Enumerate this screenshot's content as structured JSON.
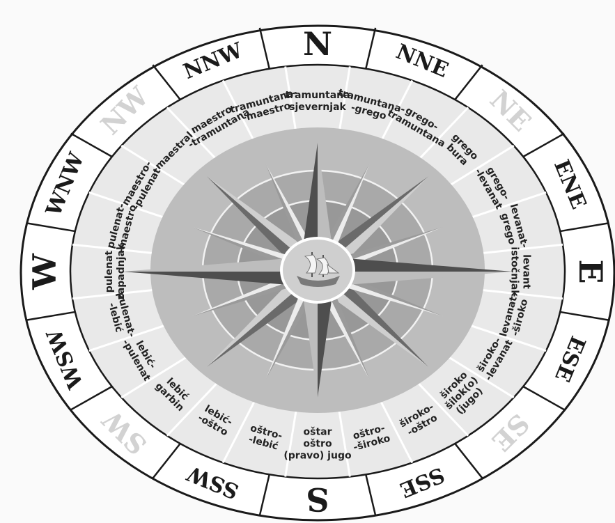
{
  "directions": [
    {
      "id": "N",
      "label": "N"
    },
    {
      "id": "NNE",
      "label": "NNE"
    },
    {
      "id": "NE",
      "label": "NE"
    },
    {
      "id": "ENE",
      "label": "ENE"
    },
    {
      "id": "E",
      "label": "E"
    },
    {
      "id": "ESE",
      "label": "ESE"
    },
    {
      "id": "SE",
      "label": "SE"
    },
    {
      "id": "SSE",
      "label": "SSE"
    },
    {
      "id": "S",
      "label": "S"
    },
    {
      "id": "SSW",
      "label": "SSW"
    },
    {
      "id": "SW",
      "label": "SW"
    },
    {
      "id": "WSW",
      "label": "WSW"
    },
    {
      "id": "W",
      "label": "W"
    },
    {
      "id": "WNW",
      "label": "WNW"
    },
    {
      "id": "NW",
      "label": "NW"
    },
    {
      "id": "NNW",
      "label": "NNW"
    }
  ],
  "winds": {
    "n": [
      "tramuntana",
      "sjevernjak"
    ],
    "n_ne": [
      "tramuntana-",
      "-grego"
    ],
    "ne_n": [
      "grego-",
      "tramuntana"
    ],
    "ne": [
      "grego",
      "bura"
    ],
    "ne_e": [
      "grego-",
      "-levanat"
    ],
    "e_ne": [
      "levanat-",
      "grego"
    ],
    "e": [
      "levant",
      "istočnjak"
    ],
    "e_se": [
      "levanat-",
      "-široko"
    ],
    "se_e": [
      "široko-",
      "-levanat"
    ],
    "se": [
      "široko",
      "šilok(o)",
      "(jugo)"
    ],
    "s_se": [
      "široko-",
      "-oštro"
    ],
    "se_s": [
      "oštro-",
      "-široko"
    ],
    "s": [
      "oštar",
      "oštro",
      "(pravo) jugo"
    ],
    "s_sw": [
      "oštro-",
      "-lebić"
    ],
    "sw_s": [
      "lebić-",
      "-oštro"
    ],
    "sw": [
      "lebić",
      "garbin"
    ],
    "sw_w": [
      "lebić-",
      "-pulenat"
    ],
    "w_sw": [
      "pulenat-",
      "-lebić"
    ],
    "w": [
      "pulenat",
      "zapadnjak"
    ],
    "w_nw": [
      "pulenat-",
      "-maestro"
    ],
    "nw_w": [
      "maestro-",
      "-pulenat"
    ],
    "nw": [
      "maestral"
    ],
    "nw_n": [
      "maestro-",
      "-tramuntana"
    ],
    "n_nw": [
      "tramuntana-",
      "-maestro"
    ]
  },
  "colors": {
    "outer_ring": "#ffffff",
    "band": "#e9e9e9",
    "disk_outer": "#bdbdbd",
    "disk_mid": "#a9a9a9",
    "disk_inner": "#989898",
    "star_dark": "#555555",
    "star_light": "#e2e2e2",
    "light_direction": "#d2d2d2"
  },
  "center_icon": "sailing-ship-icon"
}
